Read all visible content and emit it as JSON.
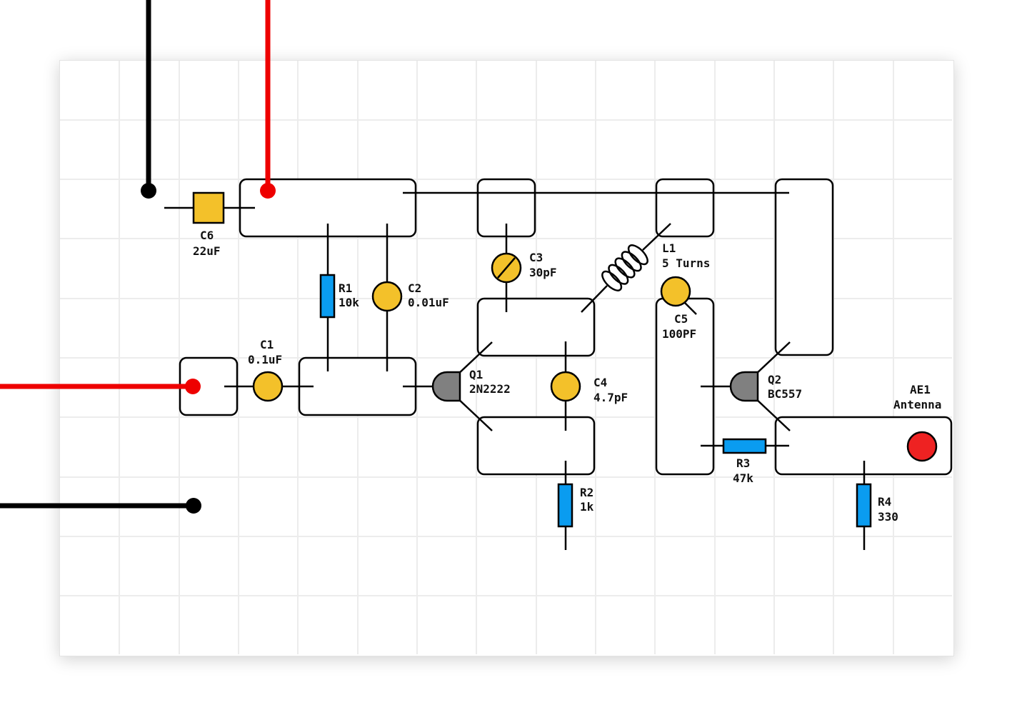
{
  "colors": {
    "capacitor": "#f3c12a",
    "resistor": "#0a9cf0",
    "transistor": "#808080",
    "power_positive": "#ee0000",
    "ground": "#000000",
    "antenna": "#ee2222",
    "grid": "#ececec"
  },
  "components": {
    "c6": {
      "ref": "C6",
      "value": "22uF"
    },
    "r1": {
      "ref": "R1",
      "value": "10k"
    },
    "c2": {
      "ref": "C2",
      "value": "0.01uF"
    },
    "c1": {
      "ref": "C1",
      "value": "0.1uF"
    },
    "c3": {
      "ref": "C3",
      "value": "30pF"
    },
    "l1": {
      "ref": "L1",
      "value": "5 Turns"
    },
    "c5": {
      "ref": "C5",
      "value": "100PF"
    },
    "q1": {
      "ref": "Q1",
      "value": "2N2222"
    },
    "c4": {
      "ref": "C4",
      "value": "4.7pF"
    },
    "r2": {
      "ref": "R2",
      "value": "1k"
    },
    "q2": {
      "ref": "Q2",
      "value": "BC557"
    },
    "r3": {
      "ref": "R3",
      "value": "47k"
    },
    "r4": {
      "ref": "R4",
      "value": "330"
    },
    "ae1": {
      "ref": "AE1",
      "value": "Antenna"
    }
  }
}
